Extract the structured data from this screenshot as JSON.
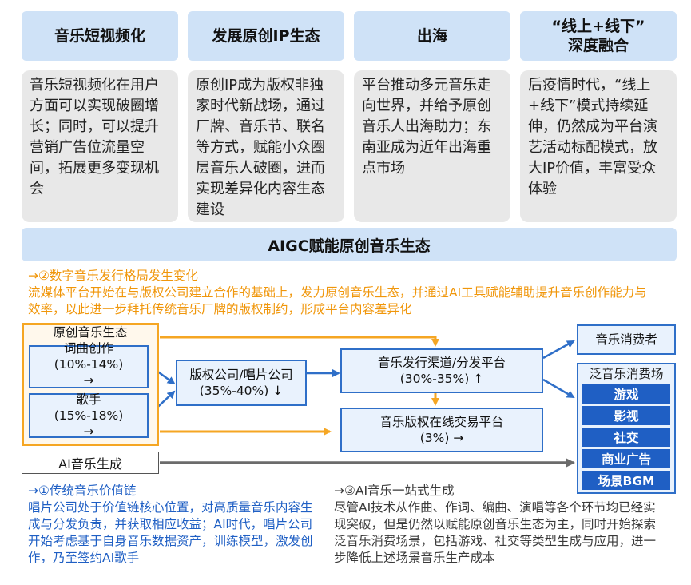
{
  "top_columns": [
    {
      "header": "音乐短视频化",
      "body": "音乐短视频化在用户方面可以实现破圈增长；同时，可以提升营销广告位流量空间，拓展更多变现机会"
    },
    {
      "header": "发展原创IP生态",
      "body": "原创IP成为版权非独家时代新战场，通过厂牌、音乐节、联名等方式，赋能小众圈层音乐人破圈，进而实现差异化内容生态建设"
    },
    {
      "header": "出海",
      "body": "平台推动多元音乐走向世界，并给予原创音乐人出海助力；东南亚成为近年出海重点市场"
    },
    {
      "header_line1": "“线上+线下”",
      "header_line2": "深度融合",
      "body": "后疫情时代，“线上+线下”模式持续延伸，仍然成为平台演艺活动标配模式，放大IP价值，丰富受众体验"
    }
  ],
  "banner": "AIGC赋能原创音乐生态",
  "note_orange": {
    "title": "→②数字音乐发行格局发生变化",
    "text": "流媒体平台开始在与版权公司建立合作的基础上，发力原创音乐生态，并通过AI工具赋能辅助提升音乐创作能力与效率，以此进一步拜托传统音乐厂牌的版权制约，形成平台内容差异化"
  },
  "flow": {
    "origin_label": "原创音乐生态",
    "lyricist": {
      "label": "词曲创作",
      "range": "(10%-14%)",
      "trend": "→"
    },
    "singer": {
      "label": "歌手",
      "range": "(15%-18%)",
      "trend": "→"
    },
    "ai_gen": "AI音乐生成",
    "label_company": {
      "label": "版权公司/唱片公司",
      "range": "(35%-40%) ↓"
    },
    "distribution": {
      "label": "音乐发行渠道/分发平台",
      "range": "(30%-35%) ↑"
    },
    "trading": {
      "label": "音乐版权在线交易平台",
      "range": "(3%) →"
    },
    "consumer": "音乐消费者",
    "pan_consumer": {
      "title": "泛音乐消费场",
      "items": [
        "游戏",
        "影视",
        "社交",
        "商业广告",
        "场景BGM"
      ]
    }
  },
  "note_blue": {
    "title": "→①传统音乐价值链",
    "text": "唱片公司处于价值链核心位置，对高质量音乐内容生成与分发负责，并获取相应收益；AI时代，唱片公司开始考虑基于自身音乐数据资产，训练模型，激发创作，乃至签约AI歌手"
  },
  "note_gray": {
    "title": "→③AI音乐一站式生成",
    "text": "尽管AI技术从作曲、作词、编曲、演唱等各个环节均已经实现突破，但是仍然以赋能原创音乐生态为主，同时开始探索泛音乐消费场景，包括游戏、社交等类型生成与应用，进一步降低上述场景音乐生产成本"
  },
  "colors": {
    "accent_blue": "#1f5fc4",
    "accent_orange": "#f5a623",
    "header_bg": "#cfe2f7",
    "card_bg": "#e8e8e8"
  }
}
